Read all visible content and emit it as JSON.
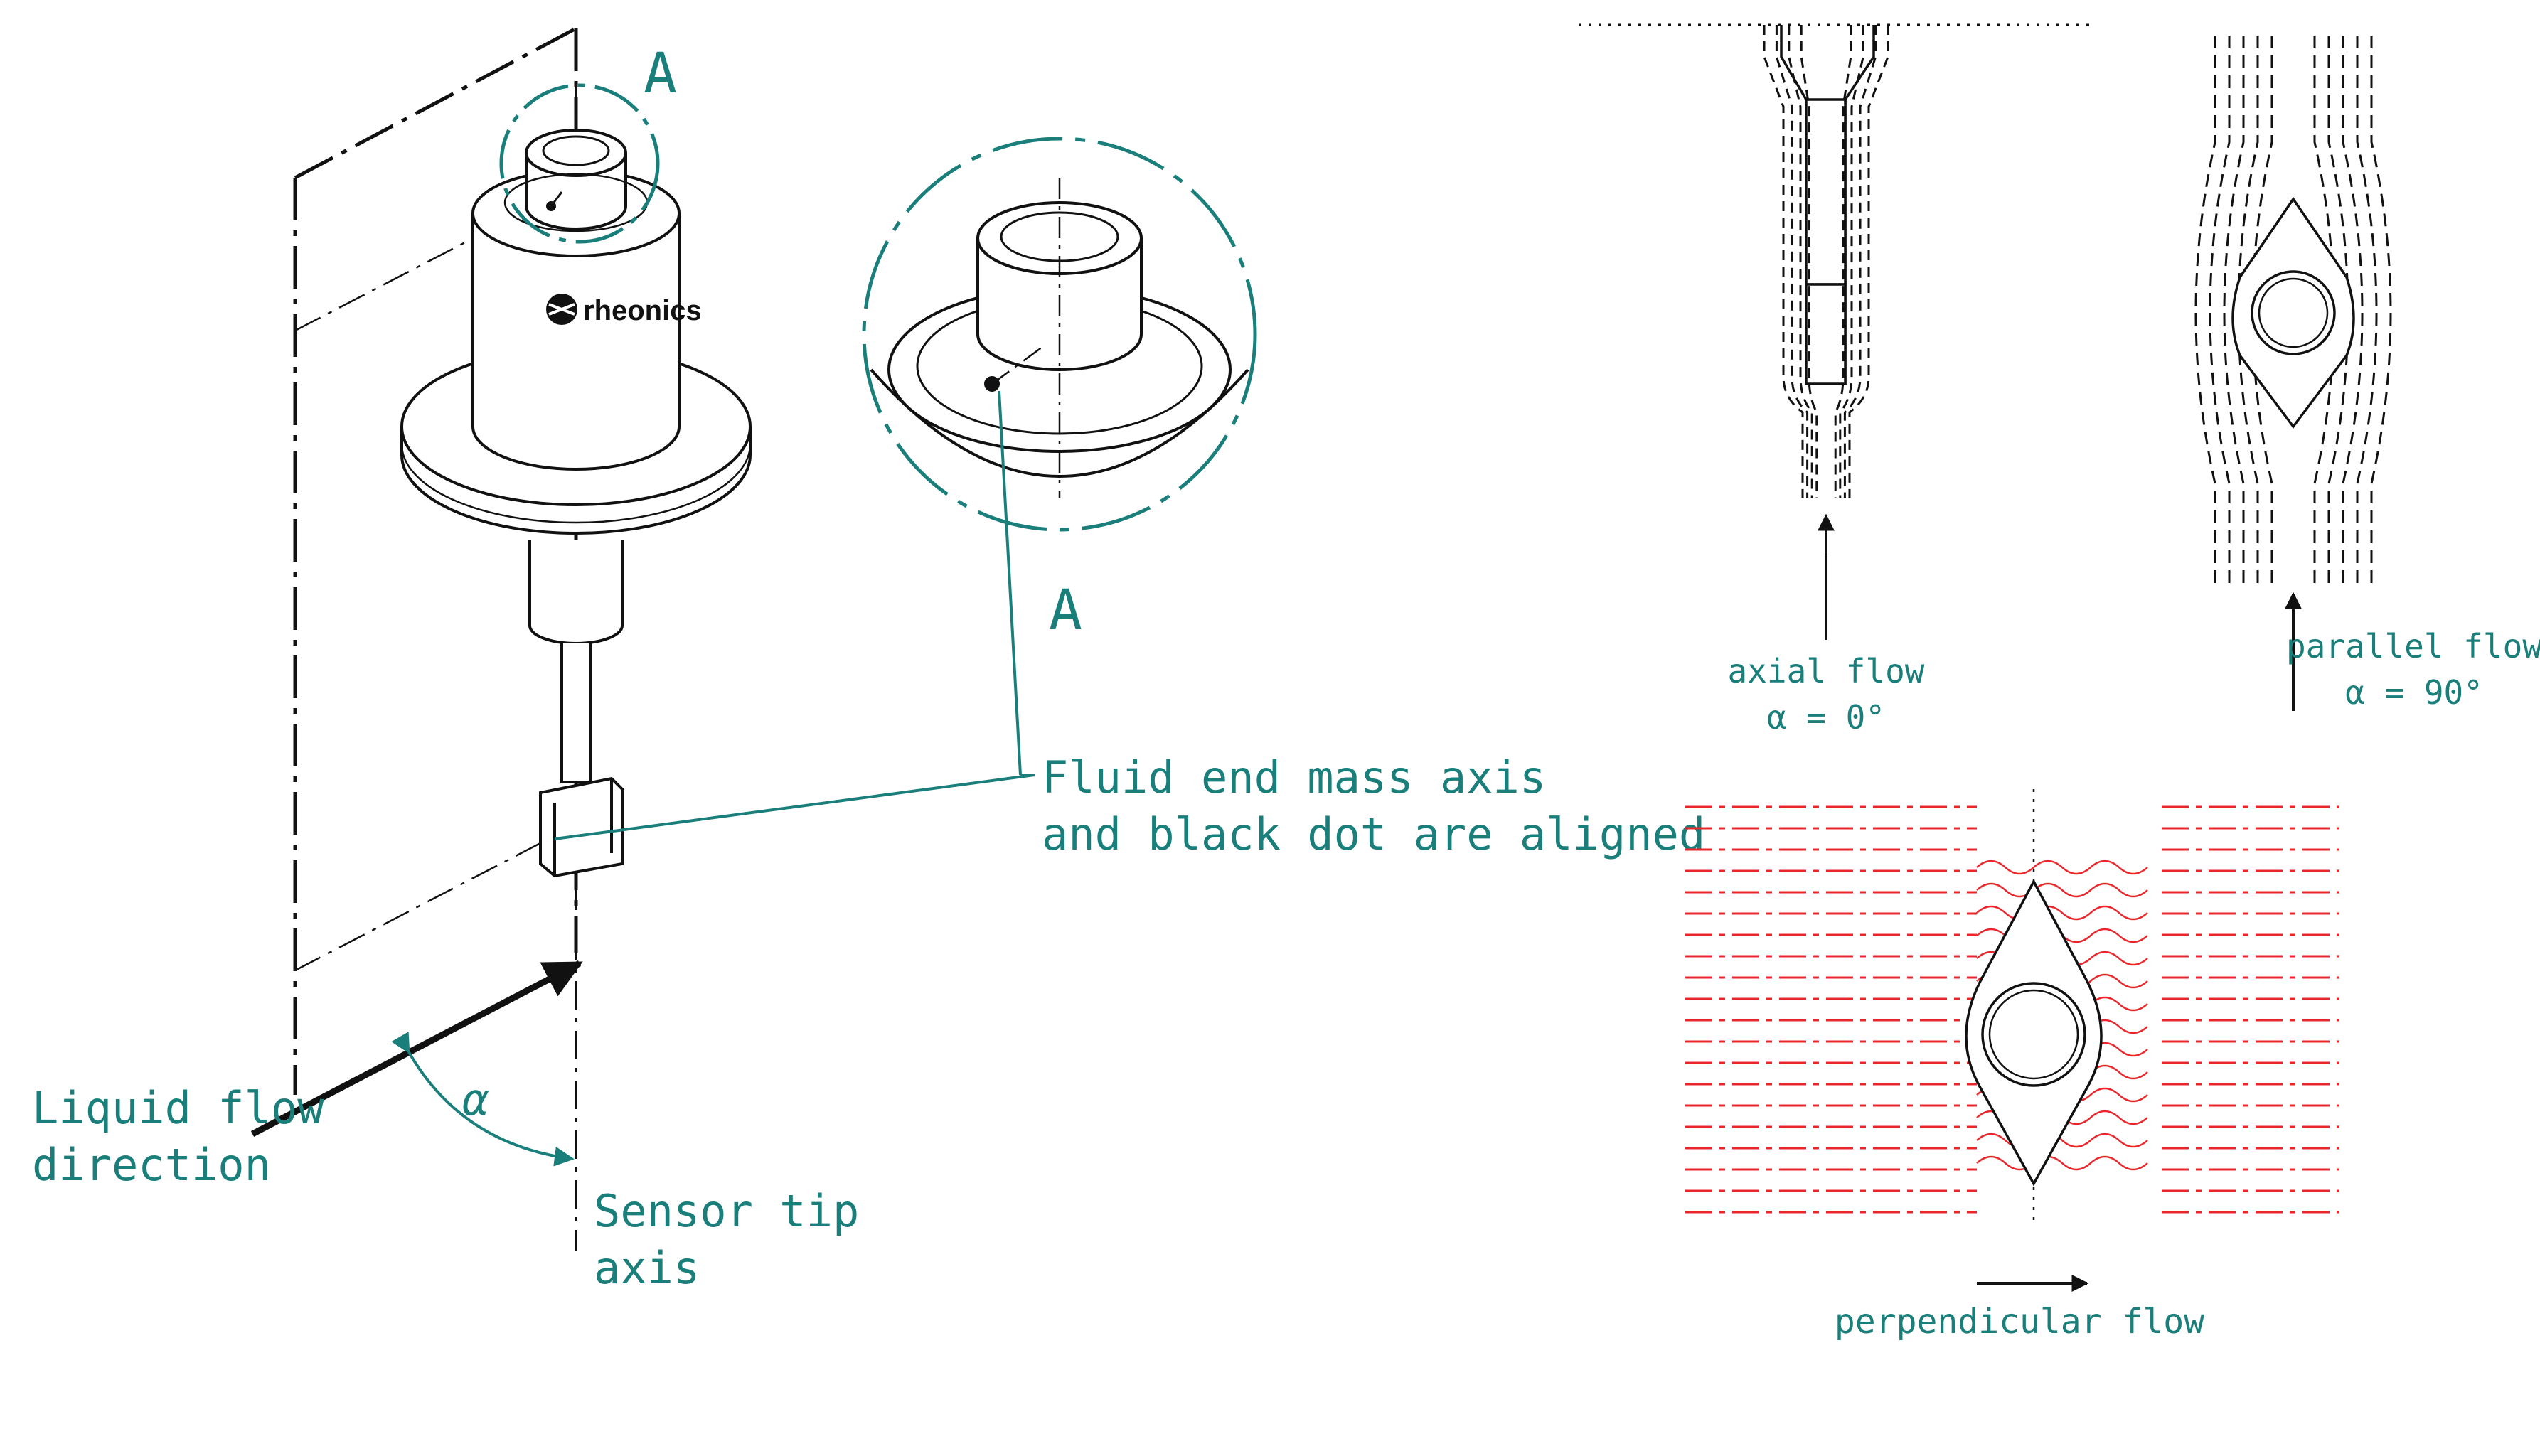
{
  "labels": {
    "section_a_top": "A",
    "section_a_bottom": "A",
    "logo_text": "rheonics",
    "alignment_note_line1": "Fluid end mass axis",
    "alignment_note_line2": "and black dot are aligned",
    "flow_direction_line1": "Liquid flow",
    "flow_direction_line2": "direction",
    "angle_symbol": "α",
    "sensor_axis_line1": "Sensor tip",
    "sensor_axis_line2": "axis",
    "axial_flow_line1": "axial flow",
    "axial_flow_line2": "α = 0°",
    "parallel_flow_line1": "parallel flow",
    "parallel_flow_line2": "α = 90°",
    "perpendicular_flow": "perpendicular flow"
  },
  "colors": {
    "annotation": "#1a7f7a",
    "ink": "#111111",
    "flow_red": "#e8262b"
  }
}
